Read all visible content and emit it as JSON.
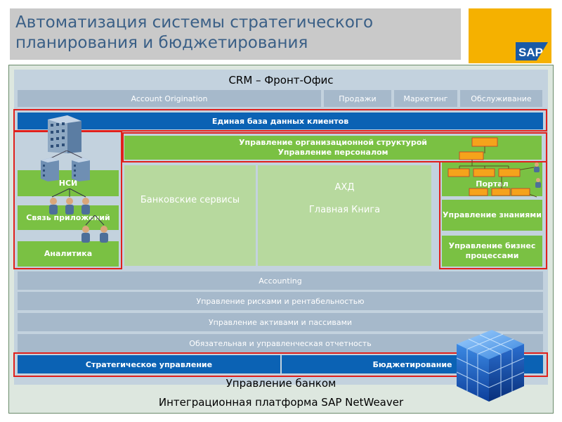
{
  "title": "Автоматизация системы стратегического планирования и бюджетирования",
  "logo": "SAP",
  "crm_title": "CRM – Фронт-Офис",
  "crm_tabs": [
    "Account Origination",
    "Продажи",
    "Маркетинг",
    "Обслуживание"
  ],
  "unified_db": "Единая база данных клиентов",
  "org_mgmt_line1": "Управление организационной структурой",
  "org_mgmt_line2": "Управление персоналом",
  "left_modules": {
    "nsi": "НСИ",
    "app_link": "Связь приложений",
    "analytics": "Аналитика"
  },
  "banking_services": "Банковские сервисы",
  "ahd": "АХД",
  "general_ledger": "Главная Книга",
  "right_modules": {
    "portal": "Портал",
    "knowledge": "Управление знаниями",
    "bpm": "Управление бизнес процессами"
  },
  "layers": [
    "Accounting",
    "Управление рисками и рентабельностью",
    "Управление активами и пассивами",
    "Обязательная и управленческая отчетность"
  ],
  "strategic": "Стратегическое управление",
  "budgeting": "Бюджетирование",
  "bank_mgmt": "Управление банком",
  "platform": "Интеграционная платформа SAP NetWeaver",
  "colors": {
    "blue": "#0b62b4",
    "green": "#7ac143",
    "red_outline": "#e0201c",
    "grey_bar": "#a6b9cb",
    "sap_orange": "#f5b100",
    "title_blue": "#3a5f86"
  },
  "icons": [
    "building-icon",
    "server-icon",
    "people-icon",
    "org-chart-icon",
    "cube-icon"
  ]
}
